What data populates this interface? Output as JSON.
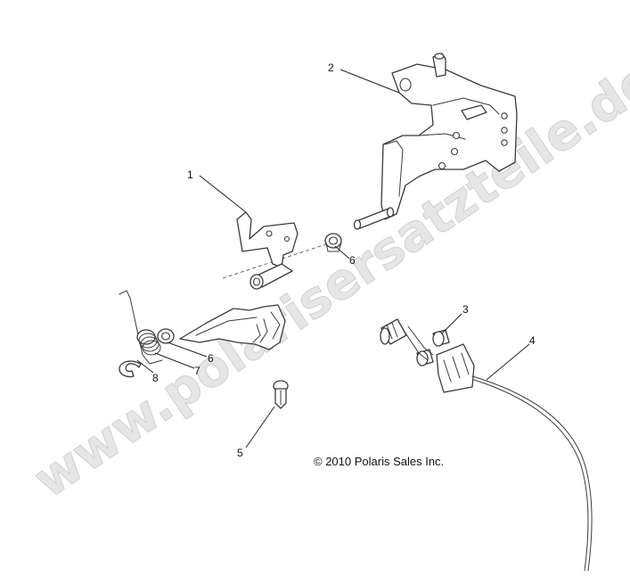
{
  "watermark": "www.polarisersatzteile.de",
  "copyright": "© 2010 Polaris Sales Inc.",
  "callouts": {
    "c1": "1",
    "c2": "2",
    "c3": "3",
    "c4": "4",
    "c5": "5",
    "c6a": "6",
    "c6b": "6",
    "c7": "7",
    "c8": "8"
  }
}
